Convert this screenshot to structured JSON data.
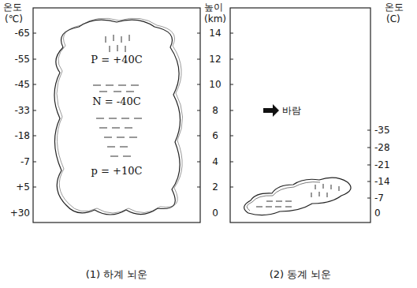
{
  "diagram": {
    "nodes": [
      {
        "text": [
          "P = +40C",
          "N = -40C",
          "p = +10C"
        ]
      }
    ],
    "labels": [
      "온도",
      "(℃)",
      "-65",
      "-55",
      "-45",
      "-33",
      "-18",
      "-7",
      "+5",
      "+30",
      "높이",
      "(km)",
      "14",
      "12",
      "10",
      "8",
      "6",
      "4",
      "2",
      "0",
      "온도",
      "(C)",
      "-35",
      "-28",
      "-21",
      "-14",
      "-7",
      "0",
      "바람",
      "(1) 하계 뇌운",
      "(2) 동계 뇌운"
    ]
  }
}
